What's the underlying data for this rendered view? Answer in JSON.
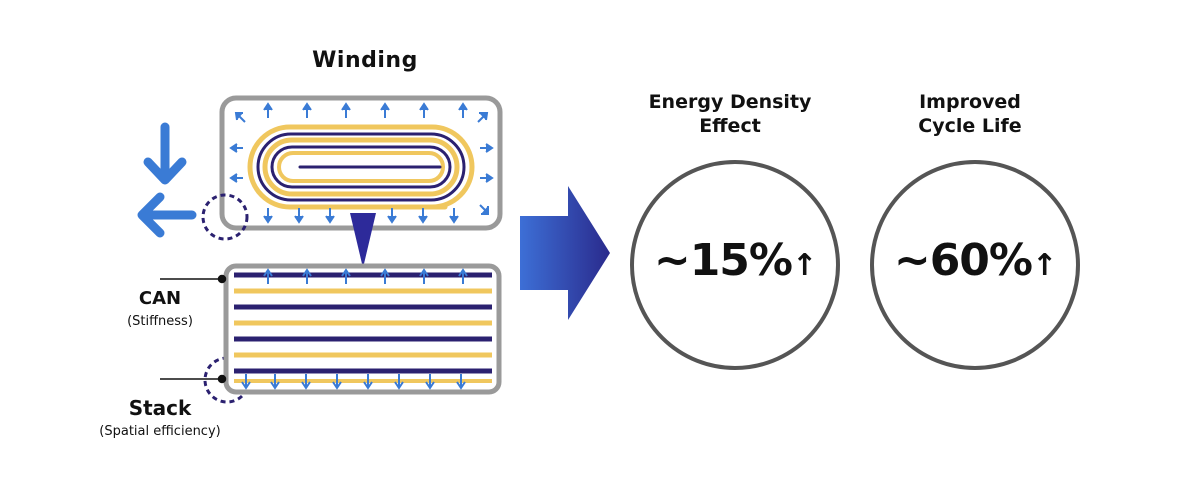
{
  "diagram": {
    "winding_title": "Winding",
    "can_label": "CAN",
    "can_sub": "(Stiffness)",
    "stack_label": "Stack",
    "stack_sub": "(Spatial efficiency)"
  },
  "metrics": [
    {
      "title_line1": "Energy Density",
      "title_line2": "Effect",
      "value": "~15%",
      "arrow": "↑"
    },
    {
      "title_line1": "Improved",
      "title_line2": "Cycle Life",
      "value": "~60%",
      "arrow": "↑"
    }
  ],
  "colors": {
    "box_border": "#9a9a9a",
    "winding_yellow": "#f0c75e",
    "electrode_navy": "#2b2170",
    "arrow_blue": "#3a7bd5",
    "big_arrow_dark": "#2a2a8c",
    "circle_border": "#555555"
  }
}
